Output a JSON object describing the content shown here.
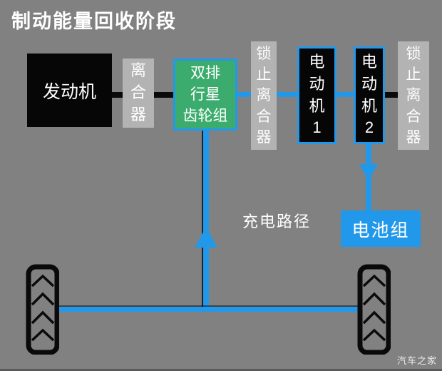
{
  "title": "制动能量回收阶段",
  "colors": {
    "background": "#818181",
    "box_black": "#060606",
    "box_gray": "#b3b3b3",
    "green": "#3bac6d",
    "blue": "#2298ea",
    "text_white": "#ffffff"
  },
  "nodes": {
    "engine": "发动机",
    "clutch": "离合器",
    "planetary_gear": "双排行星齿轮组",
    "planetary_gear_lines": {
      "l1": "双排",
      "l2": "行星",
      "l3": "齿轮组"
    },
    "lockup_clutch_left": "锁止离合器",
    "motor_1": "电动机1",
    "motor_2": "电动机2",
    "lockup_clutch_right": "锁止离合器",
    "battery": "电池组"
  },
  "labels": {
    "charge_path": "充电路径",
    "watermark": "汽车之家"
  }
}
